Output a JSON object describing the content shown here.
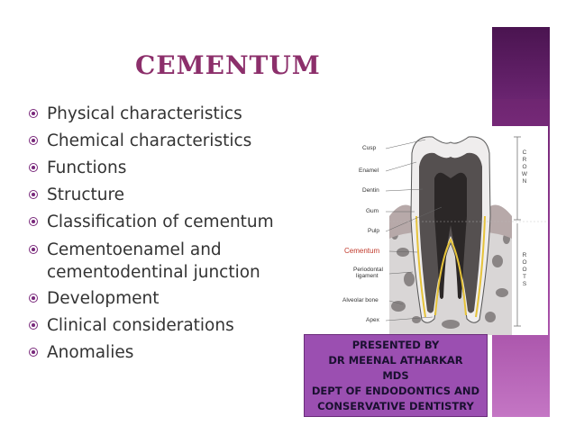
{
  "slide": {
    "title": "Cementum",
    "topics": [
      "Physical characteristics",
      "Chemical characteristics",
      "Functions",
      "Structure",
      "Classification of cementum",
      "Cementoenamel and cementodentinal junction",
      "Development",
      "Clinical considerations",
      "Anomalies"
    ],
    "topic_lines": {
      "cementoenamel_line1": "Cementoenamel and",
      "cementoenamel_line2": "cementodentinal junction"
    },
    "presenter": {
      "line1": "PRESENTED BY",
      "line2": "DR MEENAL ATHARKAR",
      "line3": "MDS",
      "line4": "DEPT OF ENDODONTICS AND",
      "line5": "CONSERVATIVE DENTISTRY"
    },
    "tooth_diagram": {
      "labels": {
        "cusp": "Cusp",
        "enamel": "Enamel",
        "dentin": "Dentin",
        "gum": "Gum",
        "pulp": "Pulp",
        "cementum": "Cementum",
        "periodontal_ligament_1": "Periodontal",
        "periodontal_ligament_2": "ligament",
        "alveolar_bone": "Alveolar bone",
        "apex": "Apex"
      },
      "crown_letters": "CROWN",
      "roots_letters": "ROOTS",
      "highlight_color": "#c0392b"
    },
    "colors": {
      "title": "#8c2f6b",
      "accent_panel": "#7a2a7c",
      "presenter_box": "#9b4fb1"
    }
  }
}
